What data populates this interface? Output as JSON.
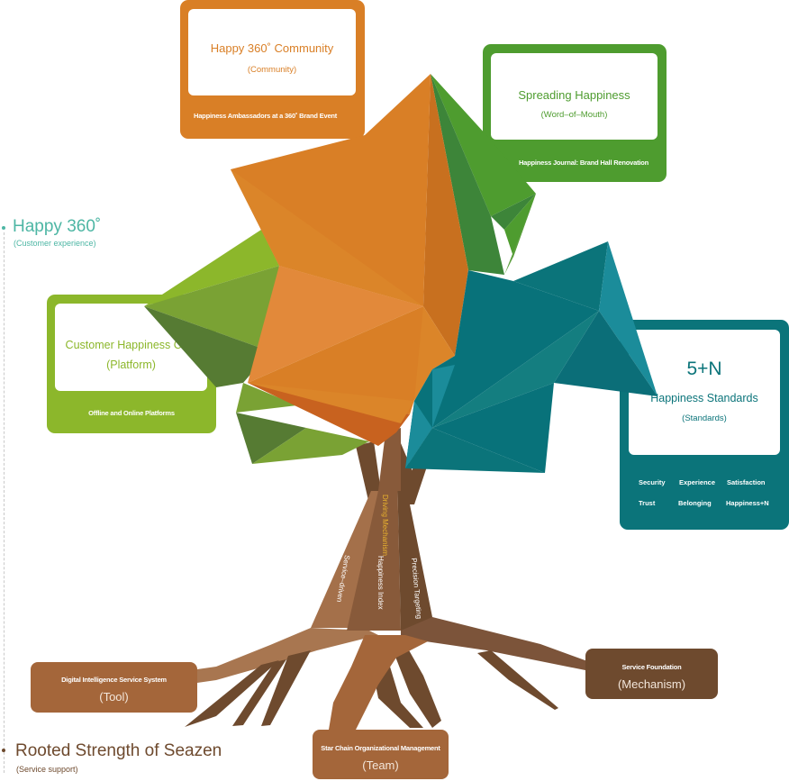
{
  "colors": {
    "orange": "#D97F26",
    "green": "#4E9C2F",
    "lime": "#8CB72B",
    "teal": "#0B747A",
    "brown": "#6E4A2E",
    "root_tool": "#A4663A",
    "root_mech": "#6E4A2E",
    "side_teal_text": "#4DB6A4",
    "side_brown_text": "#6E4A2E",
    "driving_label": "#E9B32E"
  },
  "side_labels": {
    "top": {
      "title": "Happy 360˚",
      "subtitle": "(Customer experience)"
    },
    "bottom": {
      "title": "Rooted Strength of Seazen",
      "subtitle": "(Service support)"
    }
  },
  "cards": {
    "community": {
      "title": "Happy 360˚ Community",
      "subtitle": "(Community)",
      "footer": "Happiness Ambassadors at a 360˚ Brand Event"
    },
    "word_of_mouth": {
      "title": "Spreading Happiness",
      "subtitle": "(Word–of–Mouth)",
      "footer": "Happiness Journal: Brand Hall Renovation"
    },
    "platform": {
      "title": "Customer Happiness Club",
      "subtitle": "(Platform)",
      "footer": "Offline and Online Platforms"
    },
    "standards": {
      "headline": "5+N",
      "title": "Happiness Standards",
      "subtitle": "(Standards)",
      "items": [
        "Security",
        "Experience",
        "Satisfaction",
        "Trust",
        "Belonging",
        "Happiness+N"
      ]
    }
  },
  "trunk": {
    "driving": "Driving Mechanism",
    "service_driven": "Service–driven",
    "happiness_index": "Happiness Index",
    "precision": "Precision Targeting"
  },
  "roots": {
    "tool": {
      "title": "Digital Intelligence Service System",
      "subtitle": "(Tool)"
    },
    "team": {
      "title": "Star Chain Organizational Management",
      "subtitle": "(Team)"
    },
    "mechanism": {
      "title": "Service Foundation",
      "subtitle": "(Mechanism)"
    }
  }
}
